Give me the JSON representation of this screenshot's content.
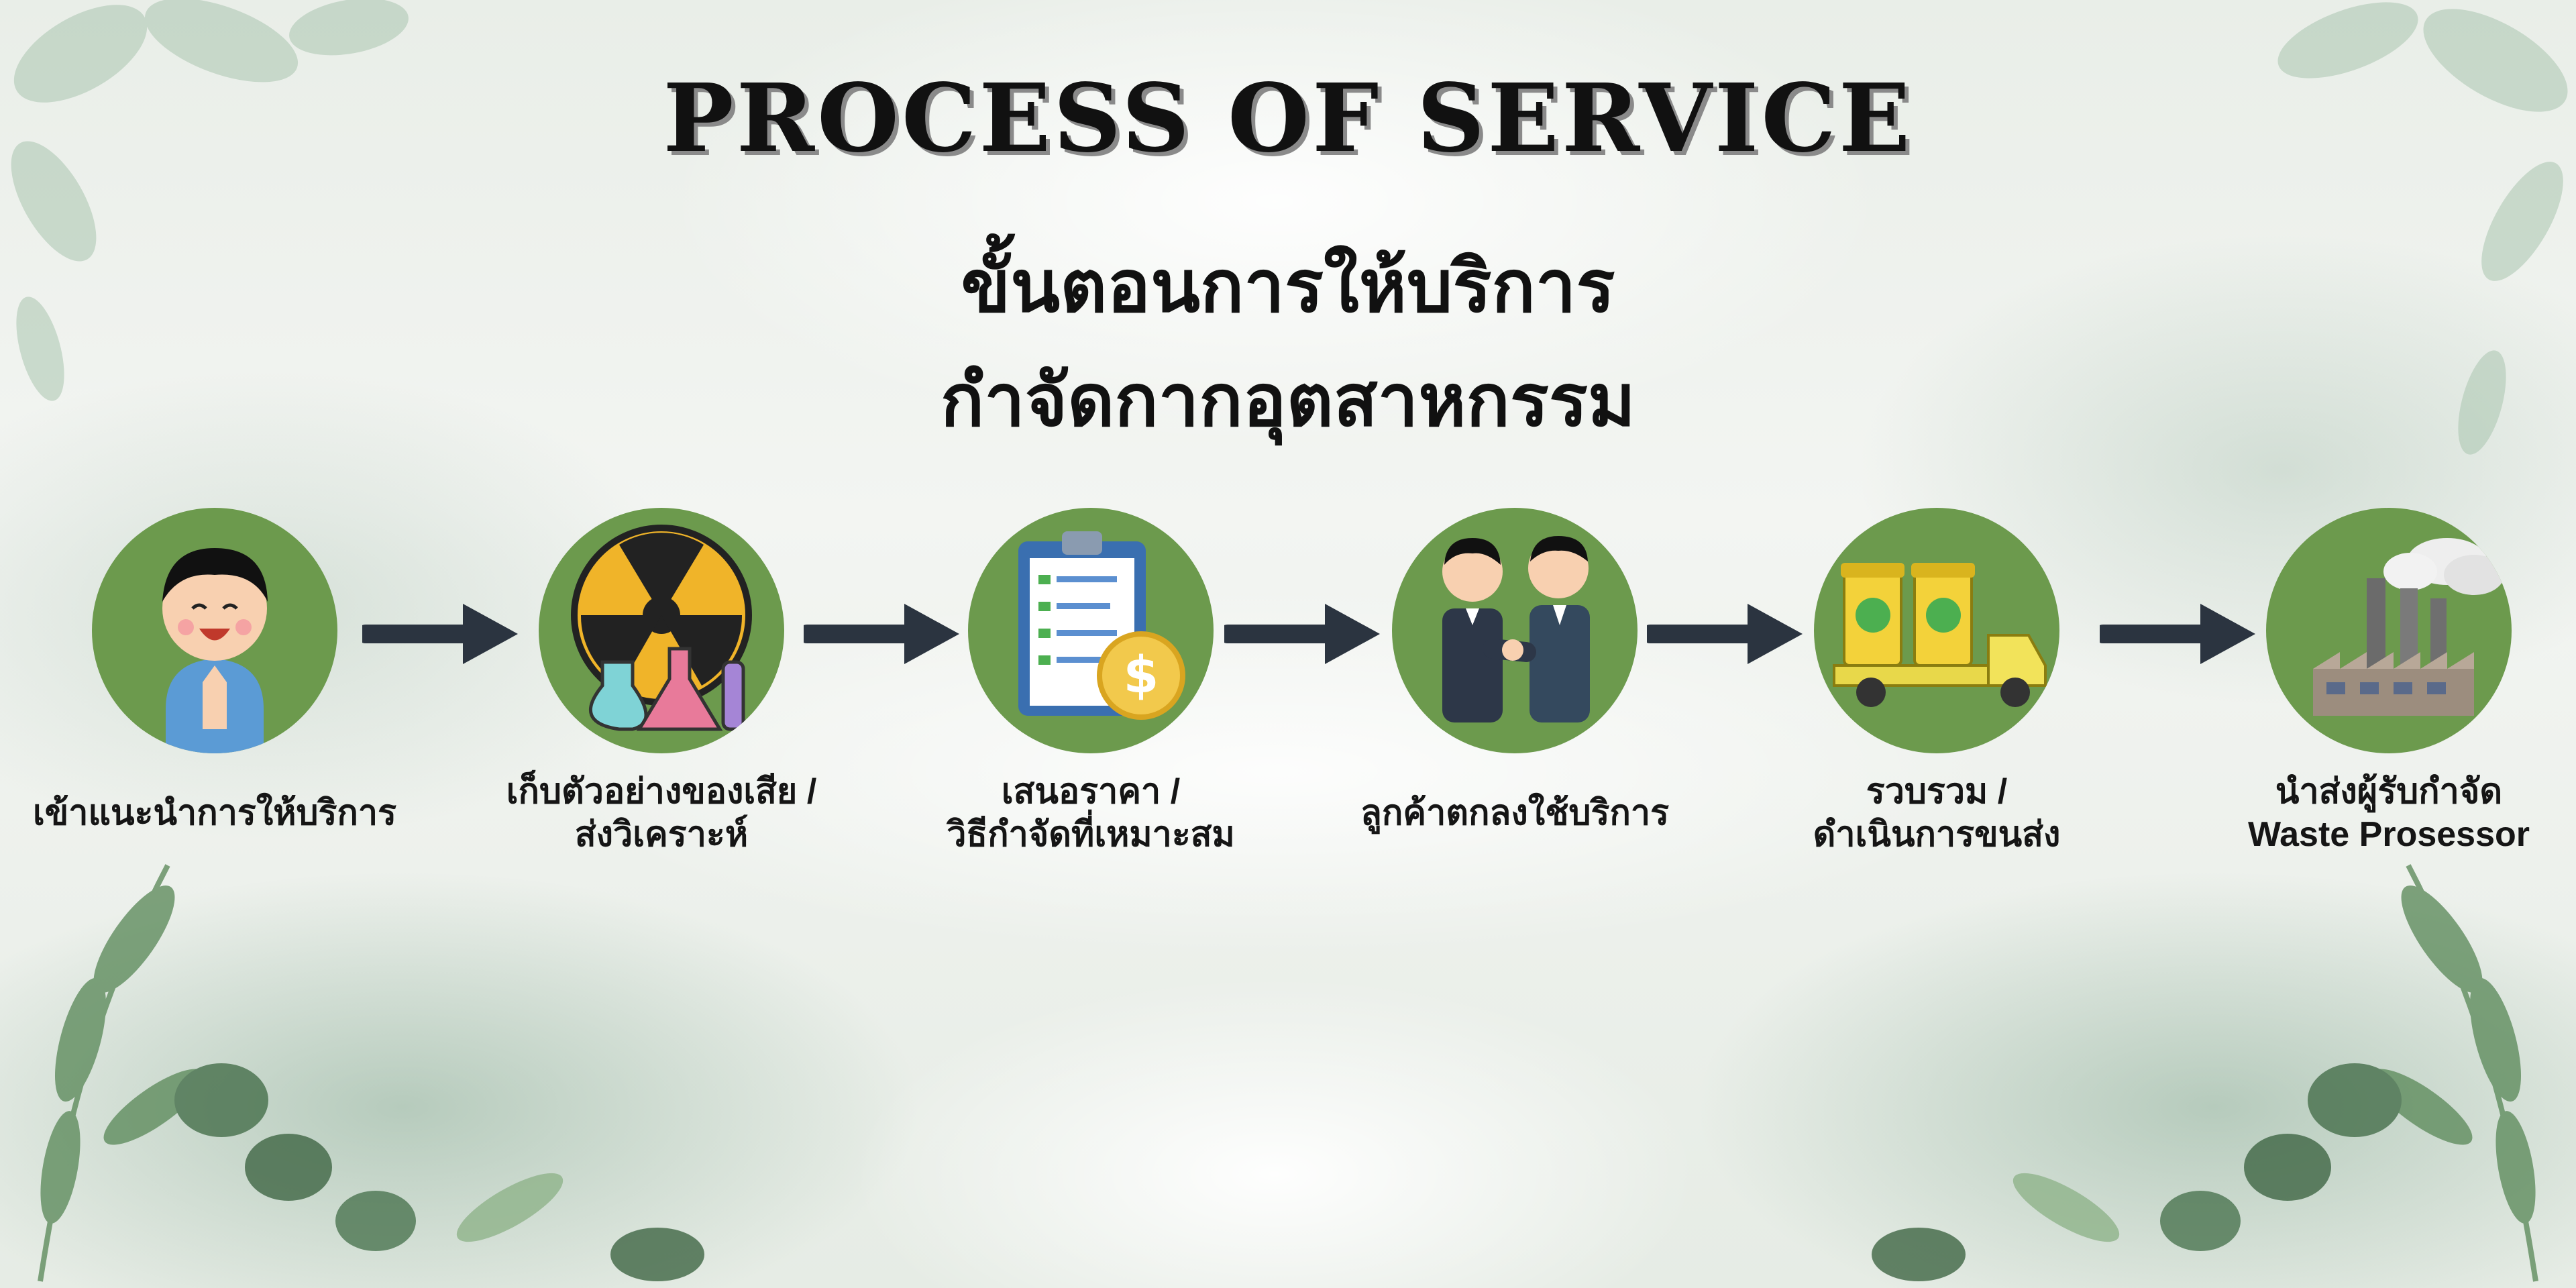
{
  "header": {
    "title_en": "PROCESS OF SERVICE",
    "title_th_line1": "ขั้นตอนการให้บริการ",
    "title_th_line2": "กำจัดกากอุตสาหกรรม"
  },
  "steps": [
    {
      "icon": "greeting-person-icon",
      "line1": "เข้าแนะนำการให้บริการ",
      "line2": ""
    },
    {
      "icon": "radioactive-sample-icon",
      "line1": "เก็บตัวอย่างของเสีย /",
      "line2": "ส่งวิเคราะห์"
    },
    {
      "icon": "quotation-clipboard-icon",
      "line1": "เสนอราคา /",
      "line2": "วิธีกำจัดที่เหมาะสม"
    },
    {
      "icon": "handshake-icon",
      "line1": "ลูกค้าตกลงใช้บริการ",
      "line2": ""
    },
    {
      "icon": "recycle-truck-icon",
      "line1": "รวบรวม /",
      "line2": "ดำเนินการขนส่ง"
    },
    {
      "icon": "factory-icon",
      "line1": "นำส่งผู้รับกำจัด",
      "line2": "Waste Prosessor"
    }
  ],
  "colors": {
    "circle": "#6c9a4d",
    "arrow": "#2b3440",
    "text": "#151515"
  }
}
